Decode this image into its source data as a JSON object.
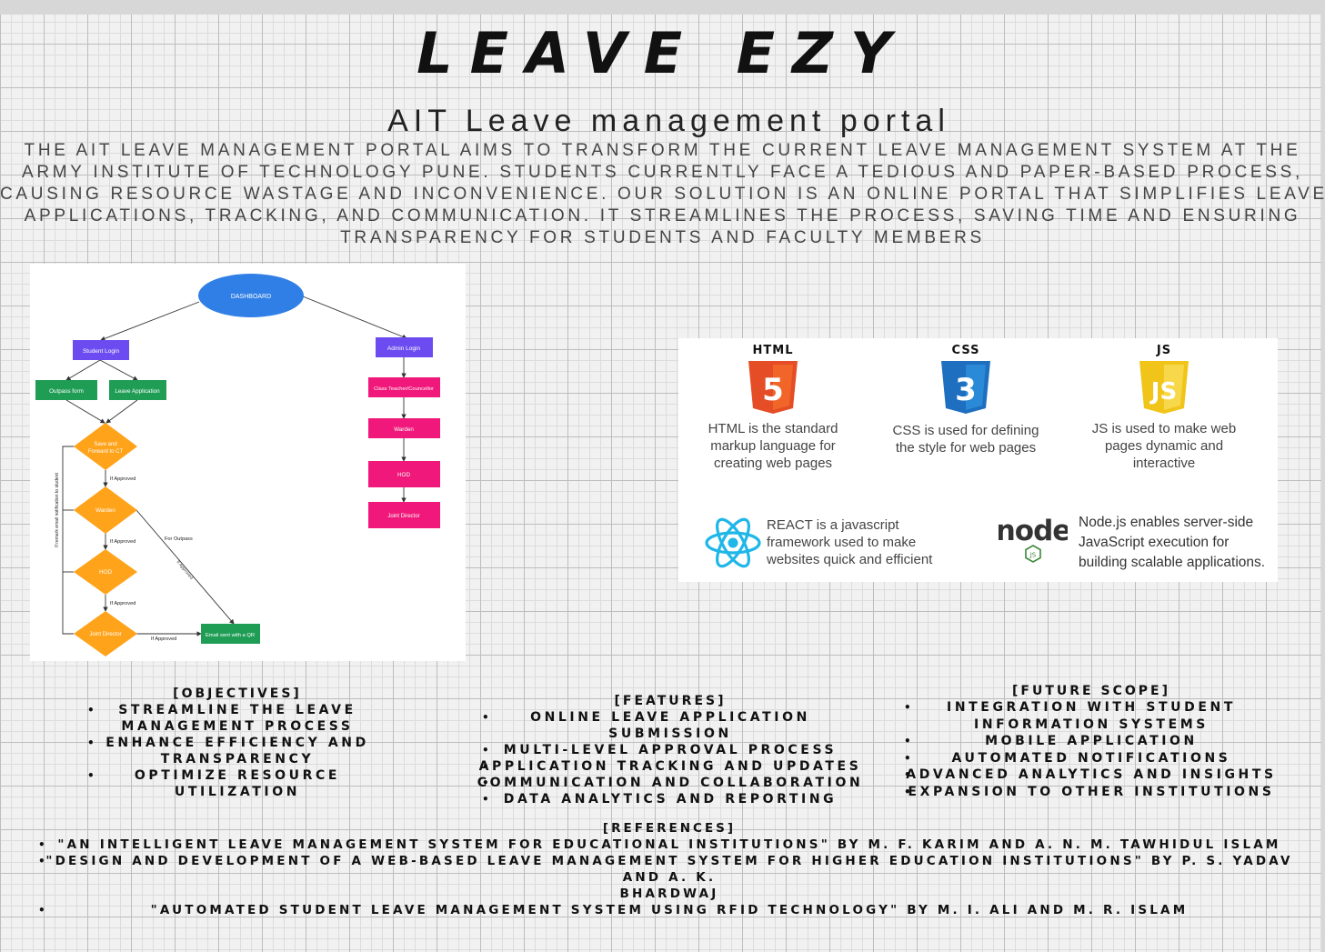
{
  "title": "LEAVE EZY",
  "subtitle": "AIT Leave management portal",
  "intro_lines": [
    "The AIT Leave Management Portal aims to transform the current leave management system at the",
    "Army Institute of Technology Pune. Students currently face a tedious and paper-based process,",
    "causing resource wastage and inconvenience. Our solution is an online portal that simplifies leave",
    "applications, tracking, and communication. It streamlines the process, saving time and ensuring",
    "transparency for students and faculty members"
  ],
  "flowchart": {
    "nodes": {
      "dashboard": "DASHBOARD",
      "student_login": "Student Login",
      "admin_login": "Admin Login",
      "outpass_form": "Outpass form",
      "leave_application": "Leave Application",
      "save_forward_1": "Save and",
      "save_forward_2": "Forward to CT",
      "warden": "Warden",
      "hod": "HOD",
      "joint_director": "Joint Director",
      "email_qr": "Email sent with a QR",
      "class_teacher": "Class Teacher/Councellor",
      "admin_warden": "Warden",
      "admin_hod": "HOD",
      "admin_joint_director": "Joint Director"
    },
    "edge_labels": {
      "if_approved": "If Approved",
      "for_outpass": "For Outpass",
      "if_approved_diag": "If Approved",
      "if_remark": "If remark email notification to student"
    },
    "colors": {
      "dashboard": "#2f7fe6",
      "login": "#6c4cf0",
      "form": "#1f9d55",
      "decision": "#ffa31a",
      "admin": "#f0187a"
    }
  },
  "tech_stack": [
    {
      "icon": "html5-icon",
      "caption": "HTML",
      "lines": [
        "HTML is the standard",
        "markup language for",
        "creating web pages"
      ],
      "color": "#e44d26"
    },
    {
      "icon": "css3-icon",
      "caption": "CSS",
      "lines": [
        "CSS is used for defining",
        "the style for web pages"
      ],
      "color": "#1e6fbf"
    },
    {
      "icon": "js-icon",
      "caption": "JS",
      "lines": [
        "JS is used to make web",
        "pages dynamic and",
        "interactive"
      ],
      "color": "#f0c419"
    },
    {
      "icon": "react-icon",
      "lines": [
        "REACT is a javascript",
        "framework used to make",
        "websites quick and efficient"
      ],
      "color": "#1fb6e8"
    },
    {
      "icon": "nodejs-icon",
      "node_word": "node",
      "node_badge": "JS",
      "lines": [
        "Node.js enables server-side",
        "JavaScript execution for",
        "building scalable applications."
      ],
      "color": "#3c873a"
    }
  ],
  "objectives": {
    "heading": "[OBJECTIVES]",
    "items": [
      [
        "STREAMLINE THE LEAVE",
        "MANAGEMENT PROCESS"
      ],
      [
        "ENHANCE EFFICIENCY AND",
        "TRANSPARENCY"
      ],
      [
        "OPTIMIZE RESOURCE",
        "UTILIZATION"
      ]
    ]
  },
  "features": {
    "heading": "[FEATURES]",
    "items": [
      "ONLINE LEAVE APPLICATION SUBMISSION",
      "MULTI-LEVEL APPROVAL PROCESS",
      "APPLICATION TRACKING AND UPDATES",
      "COMMUNICATION AND COLLABORATION",
      "DATA ANALYTICS AND REPORTING"
    ]
  },
  "future_scope": {
    "heading": "[FUTURE SCOPE]",
    "items": [
      [
        "INTEGRATION WITH STUDENT",
        "INFORMATION SYSTEMS"
      ],
      [
        "MOBILE APPLICATION"
      ],
      [
        "AUTOMATED NOTIFICATIONS"
      ],
      [
        "ADVANCED ANALYTICS AND INSIGHTS"
      ],
      [
        "EXPANSION TO OTHER INSTITUTIONS"
      ]
    ]
  },
  "references": {
    "heading": "[REFERENCES]",
    "items": [
      [
        "\"AN INTELLIGENT LEAVE MANAGEMENT SYSTEM FOR EDUCATIONAL INSTITUTIONS\" BY M. F. KARIM AND A. N. M. TAWHIDUL ISLAM"
      ],
      [
        "\"DESIGN AND DEVELOPMENT OF A WEB-BASED LEAVE MANAGEMENT SYSTEM FOR HIGHER EDUCATION INSTITUTIONS\" BY P. S. YADAV AND A. K.",
        "BHARDWAJ"
      ],
      [
        "\"AUTOMATED STUDENT LEAVE MANAGEMENT SYSTEM USING RFID TECHNOLOGY\" BY M. I. ALI AND M. R. ISLAM"
      ]
    ]
  }
}
